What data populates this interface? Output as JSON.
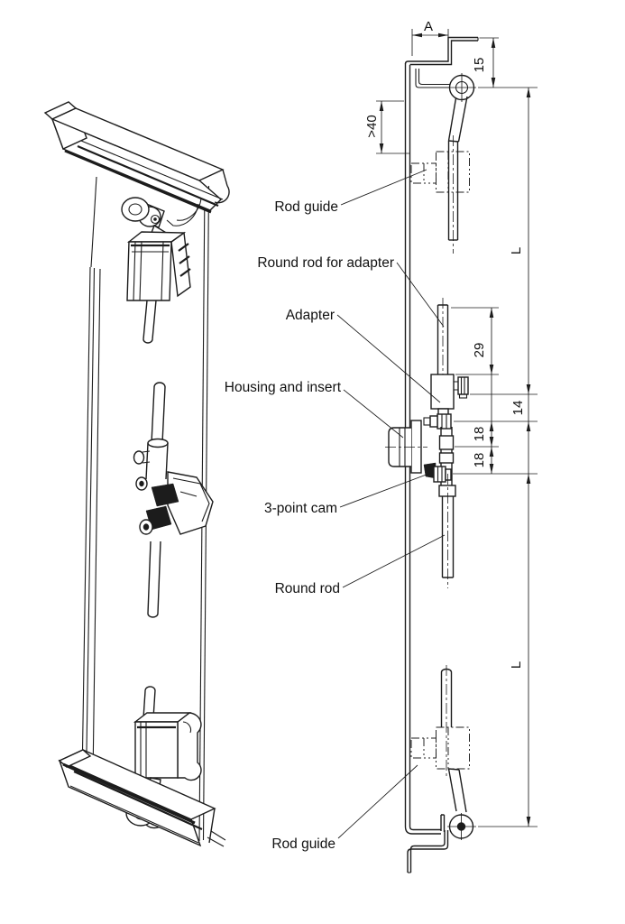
{
  "drawing": {
    "labels": {
      "rod_guide_top": "Rod guide",
      "round_rod_for_adapter": "Round rod for adapter",
      "adapter": "Adapter",
      "housing_and_insert": "Housing and insert",
      "three_point_cam": "3-point cam",
      "round_rod": "Round rod",
      "rod_guide_bottom": "Rod guide"
    },
    "dims": {
      "width_a": "A",
      "offset_15": "15",
      "clearance_40": ">40",
      "dim_29": "29",
      "dim_14": "14",
      "dim_18_upper": "18",
      "dim_18_lower": "18",
      "length_top": "L",
      "length_bottom": "L"
    },
    "colors": {
      "line": "#1c1c1c",
      "background": "#ffffff"
    }
  }
}
